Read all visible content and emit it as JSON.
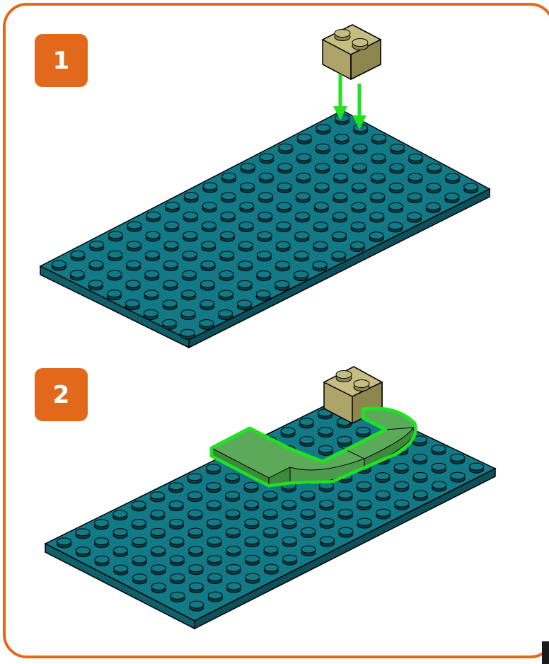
{
  "steps": [
    {
      "number": "1",
      "parts": [
        "baseplate",
        "brick-2x1"
      ],
      "arrow_color": "#22e022"
    },
    {
      "number": "2",
      "parts": [
        "baseplate",
        "brick-2x1",
        "curved-tile"
      ],
      "highlight_color": "#22e022"
    }
  ],
  "colors": {
    "frame": "#e2681c",
    "baseplate": "#127a87",
    "brick": "#aca46a",
    "tile": "#5aaa5a"
  }
}
